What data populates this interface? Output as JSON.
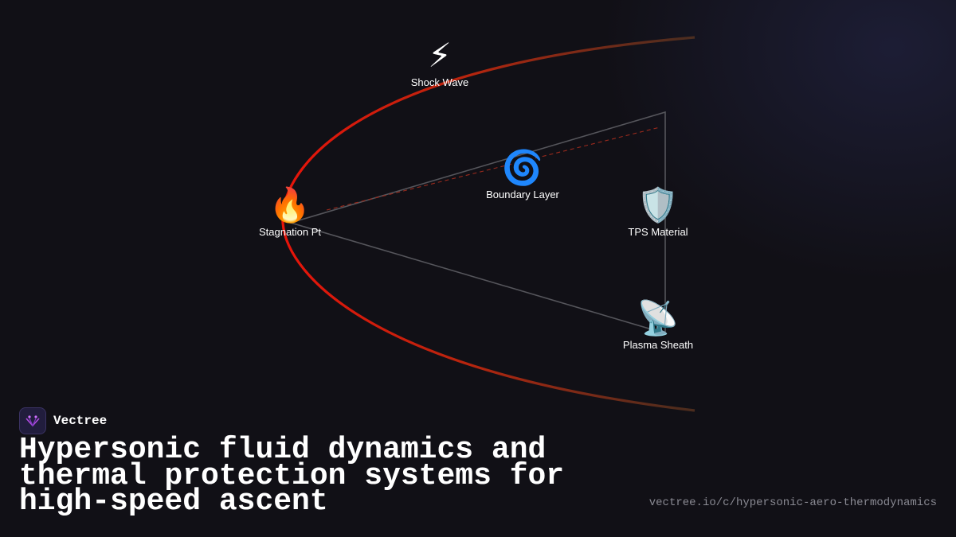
{
  "brand": {
    "name": "Vectree",
    "logo_icon": "vectree-logo-icon"
  },
  "title": "Hypersonic fluid dynamics and thermal protection systems for high-speed ascent",
  "url": "vectree.io/c/hypersonic-aero-thermodynamics",
  "colors": {
    "background": "#111016",
    "shock_hot": "#e01408",
    "shock_cool": "#6b3a1e",
    "outline": "#5a5a60",
    "boundary_dashed": "#a0291c",
    "logo_accent": "#b04ae0"
  },
  "nodes": [
    {
      "id": "shock-wave",
      "icon": "lightning-icon",
      "emoji": "⚡",
      "label": "Shock Wave"
    },
    {
      "id": "boundary-layer",
      "icon": "cyclone-icon",
      "emoji": "🌀",
      "label": "Boundary Layer"
    },
    {
      "id": "stagnation-pt",
      "icon": "fire-icon",
      "emoji": "🔥",
      "label": "Stagnation Pt"
    },
    {
      "id": "tps-material",
      "icon": "shield-icon",
      "emoji": "🛡️",
      "label": "TPS Material"
    },
    {
      "id": "plasma-sheath",
      "icon": "satellite-antenna-icon",
      "emoji": "📡",
      "label": "Plasma Sheath"
    }
  ]
}
